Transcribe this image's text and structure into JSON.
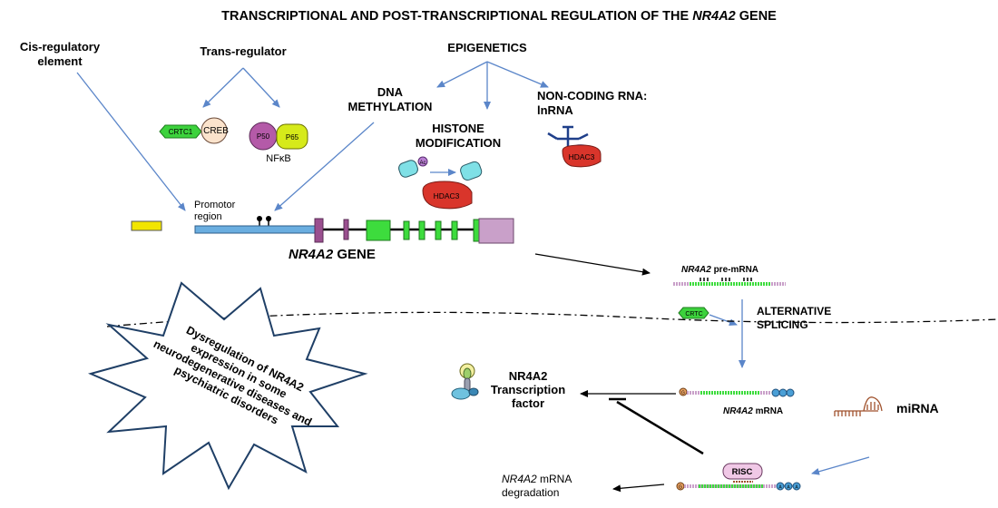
{
  "title": {
    "prefix": "TRANSCRIPTIONAL AND POST-TRANSCRIPTIONAL REGULATION OF THE ",
    "gene": "NR4A2",
    "suffix": " GENE"
  },
  "cis": {
    "line1": "Cis-regulatory",
    "line2": "element"
  },
  "trans": {
    "label": "Trans-regulator",
    "crtc1": "CRTC1",
    "creb": "CREB",
    "p50": "P50",
    "p65": "P65",
    "nfkb": "NFκB"
  },
  "epigenetics": {
    "label": "EPIGENETICS",
    "dna": [
      "DNA",
      "METHYLATION"
    ],
    "histone": [
      "HISTONE",
      "MODIFICATION"
    ],
    "ncrna": [
      "NON-CODING RNA:",
      "lnRNA"
    ],
    "hdac3": "HDAC3",
    "ac": "Ac"
  },
  "promotor": {
    "line1": "Promotor",
    "line2": "region"
  },
  "gene": {
    "name": "NR4A2",
    "suffix": " GENE"
  },
  "premrna": {
    "gene": "NR4A2",
    "suffix": " pre-mRNA"
  },
  "splicing": {
    "line1": "ALTERNATIVE",
    "line2": "SPLICING",
    "crtc": "CRTC"
  },
  "dysreg": [
    "Dysregulation of NR4A2",
    "expression in some",
    "neurodegenerative diseases and",
    "psychiatric disorders"
  ],
  "tf": {
    "line1": "NR4A2",
    "line2": "Transcription",
    "line3": "factor"
  },
  "mrna": {
    "gene": "NR4A2",
    "suffix": " mRNA"
  },
  "mirna": "miRNA",
  "risc": "RISC",
  "degradation": {
    "gene": "NR4A2",
    "suffix": " mRNA",
    "line2": "degradation"
  },
  "cap": "G",
  "tail": "A",
  "colors": {
    "arrow": "#5b86c9",
    "green": "#3ddc3d",
    "pink": "#c9a0c9",
    "hdac": "#d9352b",
    "exon_purple": "#9a4f8f",
    "promoter": "#6aaee0",
    "yellow": "#f2e500"
  }
}
